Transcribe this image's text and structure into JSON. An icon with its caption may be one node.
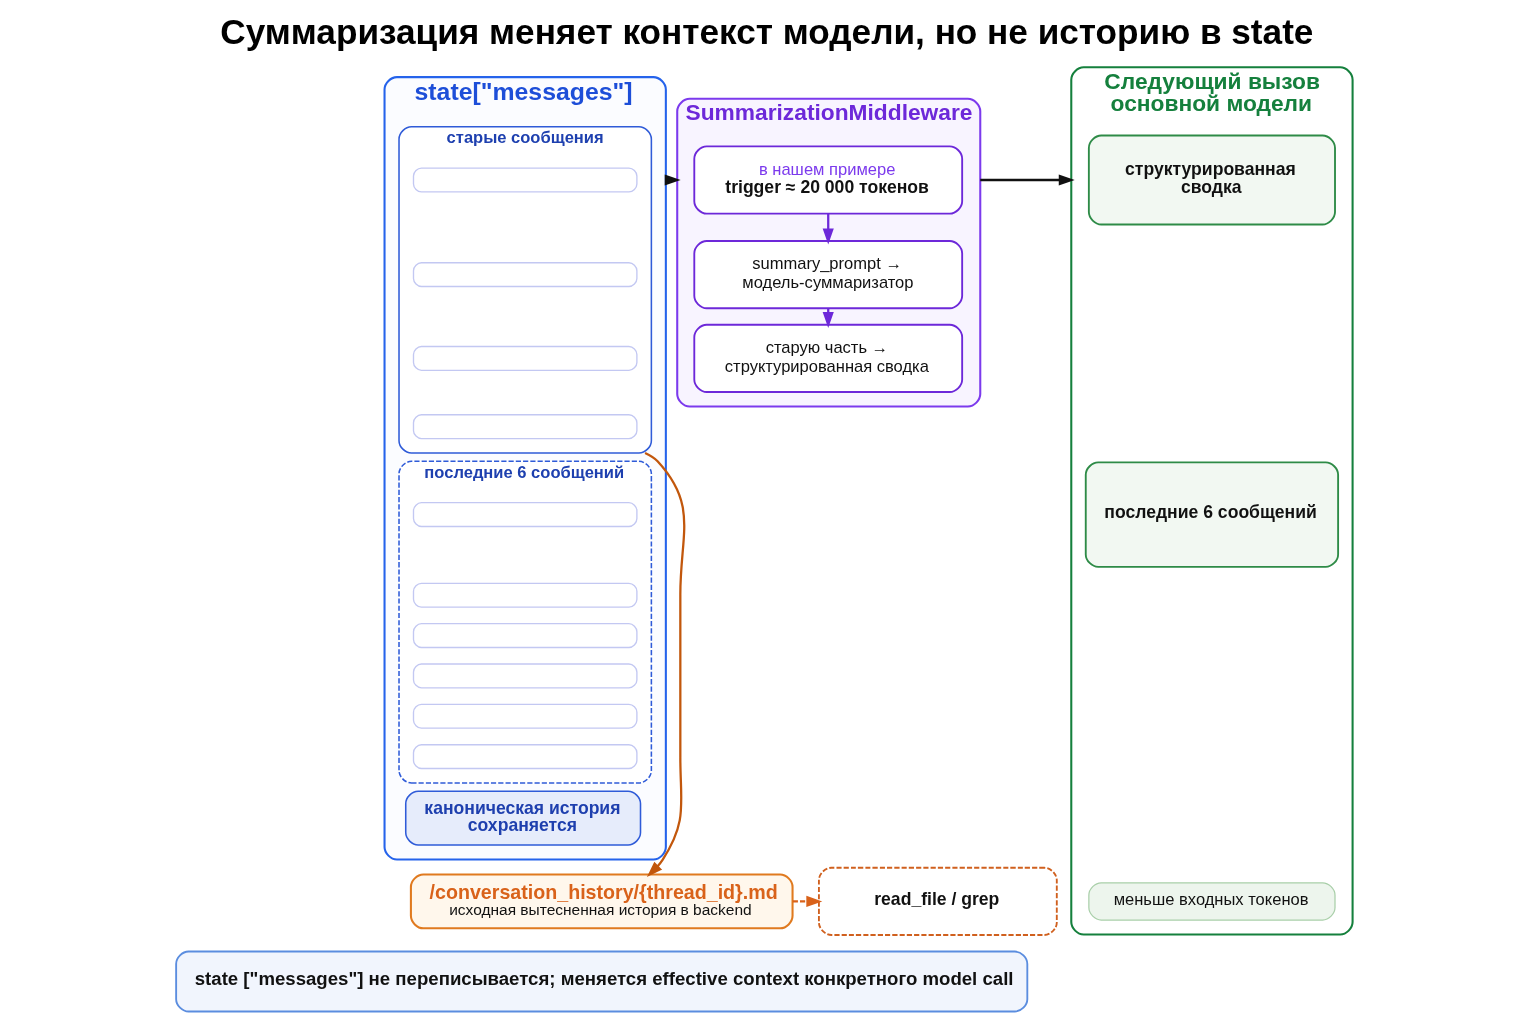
{
  "diagram": {
    "title": "Суммаризация меняет контекст модели, но не историю в state",
    "nodes": [
      {
        "text": [
          "state[\"messages\"]"
        ]
      },
      {
        "text": [
          "старые сообщения"
        ],
        "in": 0
      },
      {
        "text": [],
        "shape": "box",
        "in": 1
      },
      {
        "text": [],
        "shape": "box",
        "in": 1
      },
      {
        "text": [],
        "shape": "box",
        "in": 1
      },
      {
        "text": [],
        "shape": "box",
        "in": 1
      },
      {
        "text": [
          "последние 6 сообщений"
        ],
        "in": 0
      },
      {
        "text": [],
        "shape": "box",
        "in": 6
      },
      {
        "text": [],
        "shape": "box",
        "in": 6
      },
      {
        "text": [],
        "shape": "box",
        "in": 6
      },
      {
        "text": [],
        "shape": "box",
        "in": 6
      },
      {
        "text": [],
        "shape": "box",
        "in": 6
      },
      {
        "text": [],
        "shape": "box",
        "in": 6
      },
      {
        "text": [
          "каноническая история сохраняется"
        ],
        "in": 0
      },
      {
        "text": [
          "SummarizationMiddleware"
        ]
      },
      {
        "text": [
          "в нашем примере",
          "trigger ≈ 20 000 токенов"
        ],
        "in": 14
      },
      {
        "text": [
          "summary_prompt → модель-суммаризатор"
        ],
        "in": 14
      },
      {
        "text": [
          "старую часть → структурированная сводка"
        ],
        "in": 14
      },
      {
        "text": [
          "Следующий вызов основной модели"
        ]
      },
      {
        "text": [
          "структурированная сводка"
        ],
        "in": 18
      },
      {
        "text": [
          "последние 6 сообщений"
        ],
        "in": 18
      },
      {
        "text": [
          "меньше входных токенов"
        ],
        "in": 18
      },
      {
        "text": [
          "/conversation_history/{thread_id}.md",
          "исходная вытесненная история в backend"
        ]
      },
      {
        "text": [
          "read_file / grep"
        ]
      },
      {
        "text": [
          "state [\"messages\"] не переписывается; меняется effective context конкретного model call"
        ]
      }
    ],
    "edges": [
      {
        "from": 0,
        "to": 14,
        "arrow": "to"
      },
      {
        "from": 15,
        "to": 16,
        "arrow": "to",
        "color": "#6d28d9"
      },
      {
        "from": 16,
        "to": 17,
        "arrow": "to",
        "color": "#6d28d9"
      },
      {
        "from": 14,
        "to": 18,
        "arrow": "to"
      },
      {
        "from": 1,
        "to": 22,
        "arrow": "to",
        "color": "#c2570c"
      },
      {
        "from": 22,
        "to": 23,
        "arrow": "to",
        "style": "dashed",
        "color": "#d9621a"
      }
    ]
  }
}
